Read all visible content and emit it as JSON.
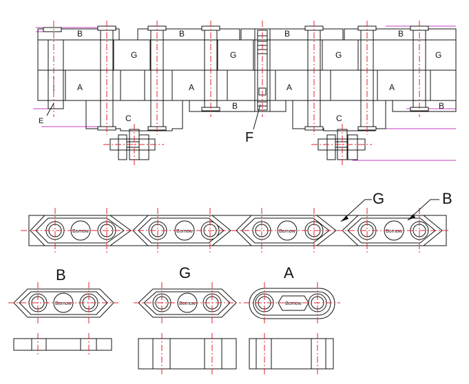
{
  "labels": {
    "a": "A",
    "b": "B",
    "c": "C",
    "e": "E",
    "f": "F",
    "g": "G"
  },
  "brand": "Bornow",
  "colors": {
    "line": "#111111",
    "centerline": "#e0202a",
    "construction": "#c43cc4"
  }
}
